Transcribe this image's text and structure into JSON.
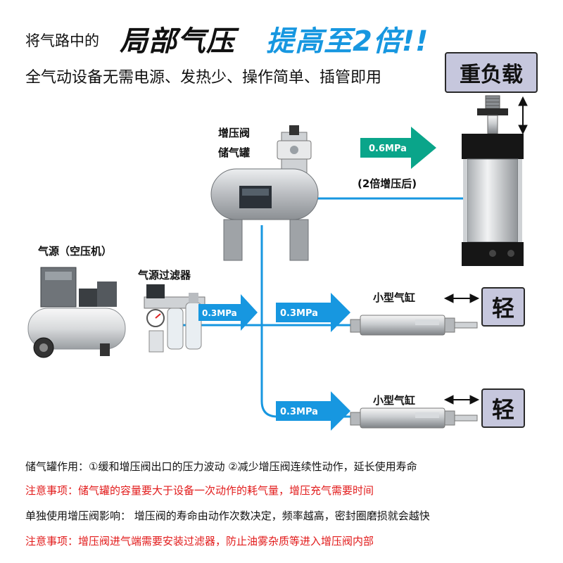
{
  "headline": {
    "prefix": "将气路中的",
    "emphasis": "局部气压",
    "highlight": "提高至2倍!!"
  },
  "subline": "全气动设备无需电源、发热少、操作简单、插管即用",
  "labels": {
    "booster_valve": "增压阀",
    "tank": "储气罐",
    "source": "气源（空压机）",
    "filter": "气源过滤器",
    "after_boost": "(2倍增压后)",
    "small_cylinder_1": "小型气缸",
    "small_cylinder_2": "小型气缸"
  },
  "pressures": {
    "boosted": "0.6MPa",
    "filter_out": "0.3MPa",
    "branch_1": "0.3MPa",
    "branch_2": "0.3MPa"
  },
  "load": {
    "heavy": "重负载",
    "light_1": "轻",
    "light_2": "轻"
  },
  "notes": [
    {
      "text": "储气罐作用：①缓和增压阀出口的压力波动  ②减少增压阀连续性动作，延长使用寿命",
      "color": "black"
    },
    {
      "text": "注意事项：储气罐的容量要大于设备一次动作的耗气量，增压充气需要时间",
      "color": "red"
    },
    {
      "text": "单独使用增压阀影响： 增压阀的寿命由动作次数决定，频率越高，密封圈磨损就会越快",
      "color": "black"
    },
    {
      "text": "注意事项：增压阀进气端需要安装过滤器，防止油雾杂质等进入增压阀内部",
      "color": "red"
    }
  ],
  "colors": {
    "pipe": "#1797e0",
    "arrow_green": "#0aa58a",
    "arrow_blue": "#1797e0",
    "note_red": "#e21b1b",
    "load_box": "#c6c7dd"
  }
}
